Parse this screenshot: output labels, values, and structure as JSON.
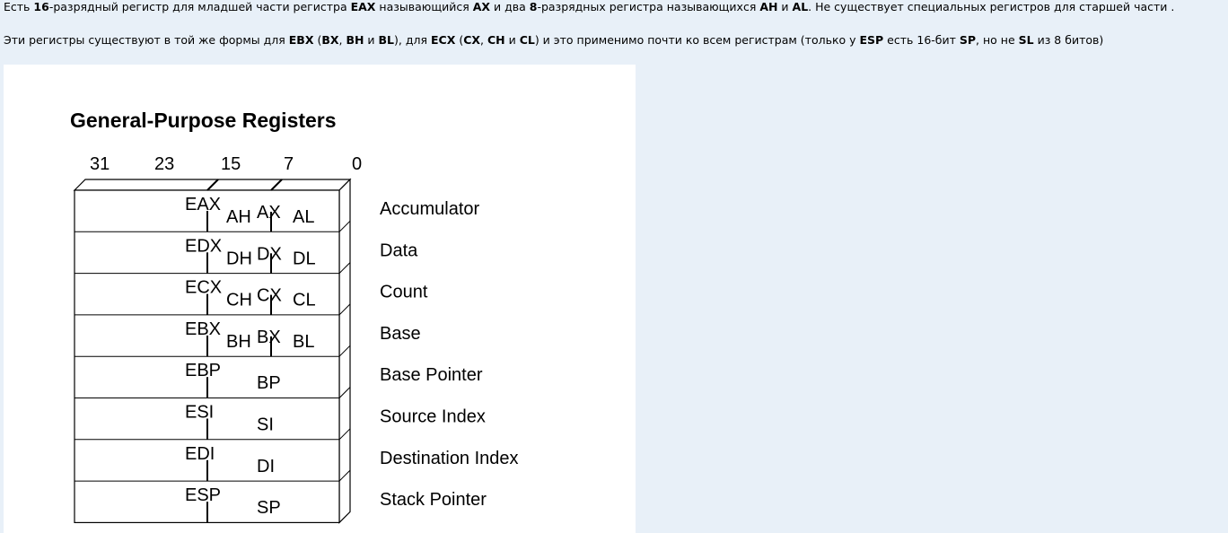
{
  "paragraphs": [
    {
      "parts": [
        {
          "t": "Есть ",
          "b": false
        },
        {
          "t": "16",
          "b": true
        },
        {
          "t": "-разрядный регистр для младшей части регистра ",
          "b": false
        },
        {
          "t": "EAX",
          "b": true
        },
        {
          "t": " называющийся ",
          "b": false
        },
        {
          "t": "AX",
          "b": true
        },
        {
          "t": " и два ",
          "b": false
        },
        {
          "t": "8",
          "b": true
        },
        {
          "t": "-разрядных регистра называющихся ",
          "b": false
        },
        {
          "t": "AH",
          "b": true
        },
        {
          "t": " и ",
          "b": false
        },
        {
          "t": "AL",
          "b": true
        },
        {
          "t": ". Не существует специальных регистров для старшей части .",
          "b": false
        }
      ]
    },
    {
      "parts": [
        {
          "t": "Эти регистры существуют в той же формы для ",
          "b": false
        },
        {
          "t": "EBX",
          "b": true
        },
        {
          "t": " (",
          "b": false
        },
        {
          "t": "BX",
          "b": true
        },
        {
          "t": ", ",
          "b": false
        },
        {
          "t": "BH",
          "b": true
        },
        {
          "t": " и ",
          "b": false
        },
        {
          "t": "BL",
          "b": true
        },
        {
          "t": "), для ",
          "b": false
        },
        {
          "t": "ECX",
          "b": true
        },
        {
          "t": " (",
          "b": false
        },
        {
          "t": "CX",
          "b": true
        },
        {
          "t": ", ",
          "b": false
        },
        {
          "t": "CH",
          "b": true
        },
        {
          "t": " и ",
          "b": false
        },
        {
          "t": "CL",
          "b": true
        },
        {
          "t": ") и это применимо почти ко всем регистрам (только у ",
          "b": false
        },
        {
          "t": "ESP",
          "b": true
        },
        {
          "t": " есть 16-бит ",
          "b": false
        },
        {
          "t": "SP",
          "b": true
        },
        {
          "t": ", но не ",
          "b": false
        },
        {
          "t": "SL",
          "b": true
        },
        {
          "t": " из 8 битов)",
          "b": false
        }
      ]
    }
  ],
  "figure": {
    "title": "General-Purpose Registers",
    "bit_labels": [
      "31",
      "23",
      "15",
      "7",
      "0"
    ],
    "registers": [
      {
        "e": "EAX",
        "h": "AH",
        "x": "AX",
        "l": "AL",
        "desc": "Accumulator"
      },
      {
        "e": "EDX",
        "h": "DH",
        "x": "DX",
        "l": "DL",
        "desc": "Data"
      },
      {
        "e": "ECX",
        "h": "CH",
        "x": "CX",
        "l": "CL",
        "desc": "Count"
      },
      {
        "e": "EBX",
        "h": "BH",
        "x": "BX",
        "l": "BL",
        "desc": "Base"
      },
      {
        "e": "EBP",
        "w": "BP",
        "desc": "Base Pointer"
      },
      {
        "e": "ESI",
        "w": "SI",
        "desc": "Source Index"
      },
      {
        "e": "EDI",
        "w": "DI",
        "desc": "Destination Index"
      },
      {
        "e": "ESP",
        "w": "SP",
        "desc": "Stack Pointer"
      }
    ]
  },
  "colors": {
    "page_background": "#e8f0f8",
    "figure_background": "#ffffff"
  }
}
